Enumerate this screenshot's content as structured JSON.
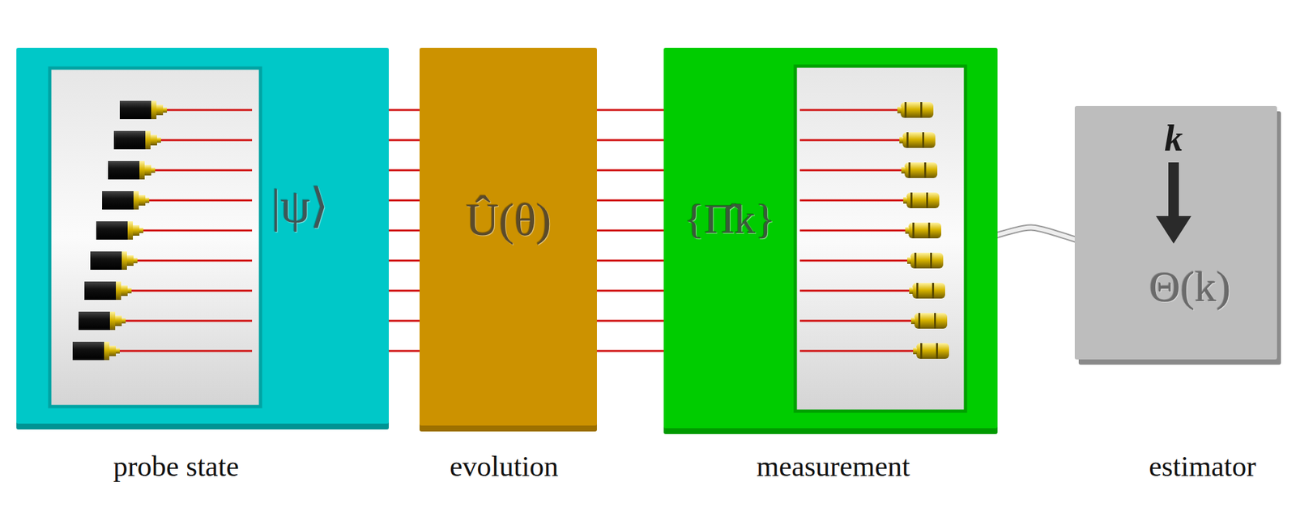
{
  "diagram": {
    "nodes": [
      {
        "text": [
          "|ψ⟩",
          "probe state"
        ]
      },
      {
        "text": [
          "Û(θ)",
          "evolution"
        ]
      },
      {
        "text": [
          "{Π̂k}",
          "measurement"
        ]
      },
      {
        "text": [
          "k",
          "Θ(k)",
          "estimator"
        ]
      }
    ],
    "edges": [
      {
        "from": 0,
        "to": 1,
        "arrow": "none"
      },
      {
        "from": 1,
        "to": 2,
        "arrow": "none"
      },
      {
        "from": 2,
        "to": 3,
        "arrow": "none"
      }
    ]
  }
}
